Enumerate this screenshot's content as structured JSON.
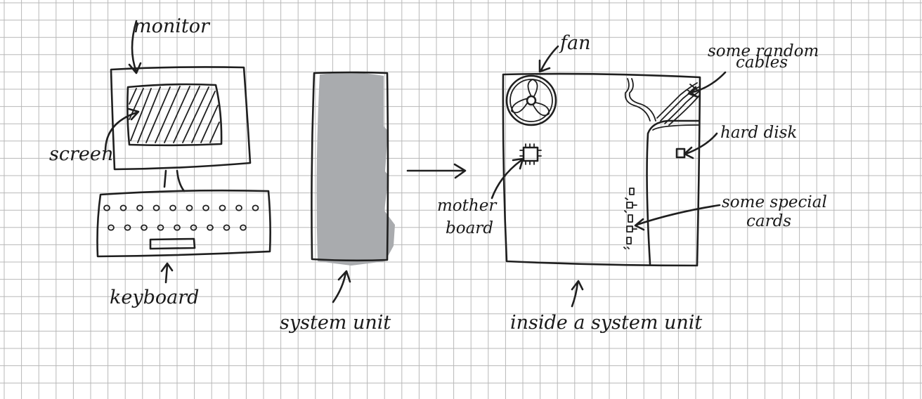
{
  "colors": {
    "paper": "#ffffff",
    "grid": "#b8b8b8",
    "ink": "#1f1f1f",
    "monitor_fill": "#e7e9e3",
    "keyboard_fill": "#e7e9e3",
    "system_unit_fill": "#a9abae"
  },
  "labels": {
    "monitor": "monitor",
    "screen": "screen",
    "keyboard": "keyboard",
    "system_unit": "system unit",
    "inside_system_unit": "inside a system unit",
    "fan": "fan",
    "cables_line1": "some random",
    "cables_line2": "cables",
    "hard_disk": "hard disk",
    "motherboard_line1": "mother",
    "motherboard_line2": "board",
    "cards_line1": "some special",
    "cards_line2": "cards"
  }
}
